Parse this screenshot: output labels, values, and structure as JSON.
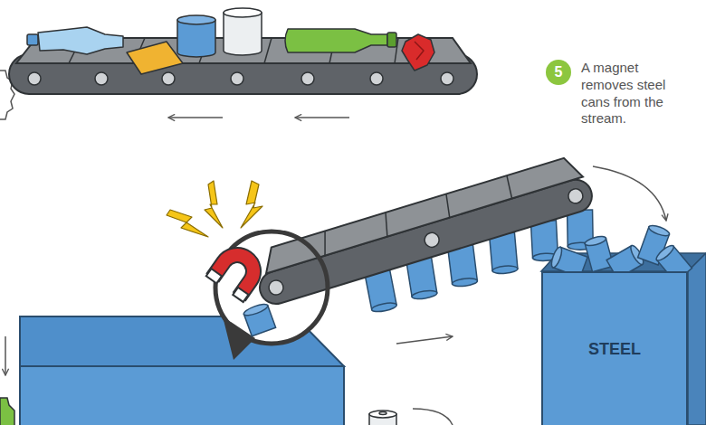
{
  "diagram": {
    "nodes": [
      {
        "text": [
          "5"
        ]
      },
      {
        "text": [
          "STEEL"
        ]
      }
    ],
    "labels": [
      "A magnet removes steel cans from the stream."
    ]
  }
}
